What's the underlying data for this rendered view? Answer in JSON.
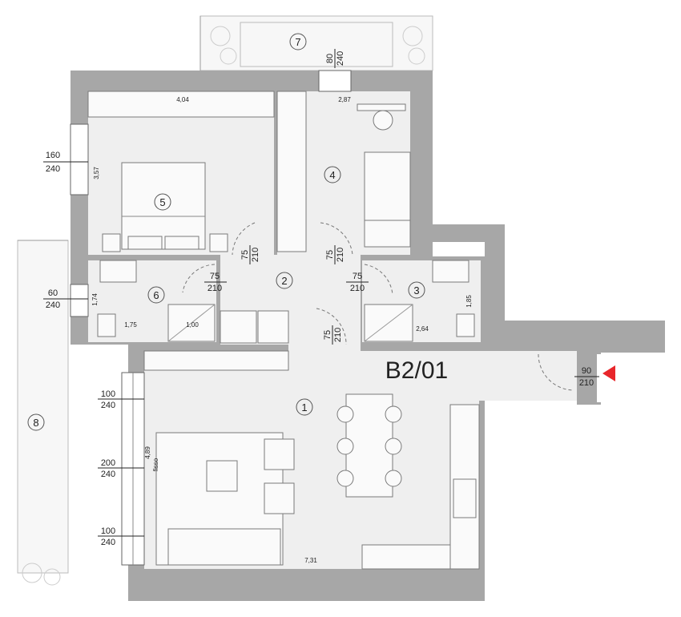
{
  "unit_code": "B2/01",
  "rooms": [
    "1",
    "2",
    "3",
    "4",
    "5",
    "6",
    "7",
    "8"
  ],
  "dimensions": {
    "bedroom5_width": "4,04",
    "bedroom4_width": "2,87",
    "bedroom5_depth": "3,57",
    "bath6_depth": "1,74",
    "bath6_width": "1,75",
    "shower6_width": "1,00",
    "bath3_width": "2,64",
    "bath3_depth": "1,85",
    "living_width": "7,31",
    "living_depth": "4,89",
    "living_depth_note": "fisso"
  },
  "openings": {
    "balcony_door_w": "80",
    "balcony_door_h": "240",
    "bed5_window_w": "160",
    "bed5_window_h": "240",
    "bath6_window_w": "60",
    "bath6_window_h": "240",
    "bed5_door_w": "75",
    "bed5_door_h": "210",
    "bed4_door_w": "75",
    "bed4_door_h": "210",
    "bath6_door_w": "75",
    "bath6_door_h": "210",
    "bath3_door_w": "75",
    "bath3_door_h": "210",
    "living_door_w": "75",
    "living_door_h": "210",
    "entrance_w": "90",
    "entrance_h": "210",
    "living_win1_w": "100",
    "living_win1_h": "240",
    "living_win2_w": "200",
    "living_win2_h": "240",
    "living_win3_w": "100",
    "living_win3_h": "240"
  },
  "colors": {
    "wall": "#a7a7a7",
    "floor": "#efefef",
    "entrance_marker": "#e8262b"
  }
}
